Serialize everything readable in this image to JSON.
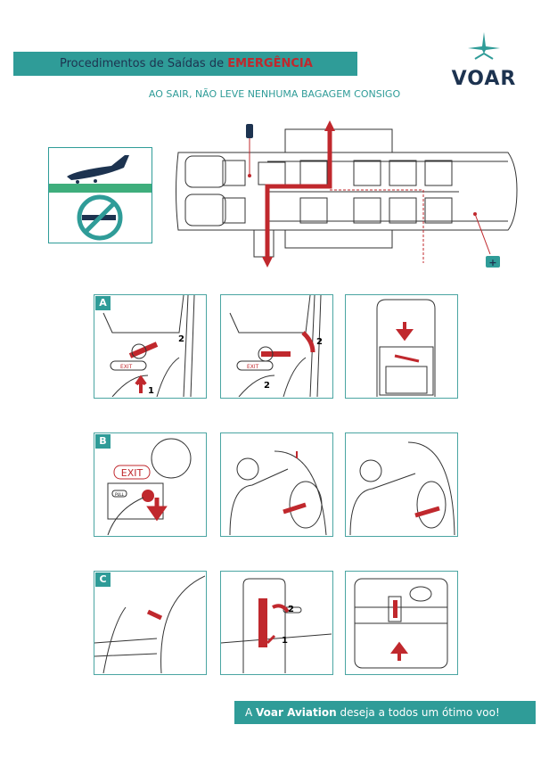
{
  "header": {
    "title_prefix": "Procedimentos de Saídas de ",
    "title_emphasis": "EMERGÊNCIA"
  },
  "logo": {
    "text": "VOAR"
  },
  "subtitle": "AO SAIR, NÃO LEVE NENHUMA BAGAGEM CONSIGO",
  "sections": [
    {
      "label": "A",
      "panels": [
        {
          "exit": "EXIT",
          "steps": [
            "1",
            "2"
          ]
        },
        {
          "exit": "EXIT",
          "steps": [
            "2",
            "2"
          ]
        },
        {}
      ]
    },
    {
      "label": "B",
      "panels": [
        {
          "exit": "EXIT",
          "pull": "PULL"
        },
        {},
        {}
      ]
    },
    {
      "label": "C",
      "panels": [
        {},
        {
          "steps": [
            "2",
            "1"
          ]
        },
        {}
      ]
    }
  ],
  "footer": {
    "prefix": "A ",
    "brand": "Voar Aviation",
    "suffix": " deseja a todos um ótimo voo!"
  },
  "colors": {
    "teal": "#2f9c98",
    "navy": "#1d3350",
    "red": "#c0282d"
  }
}
